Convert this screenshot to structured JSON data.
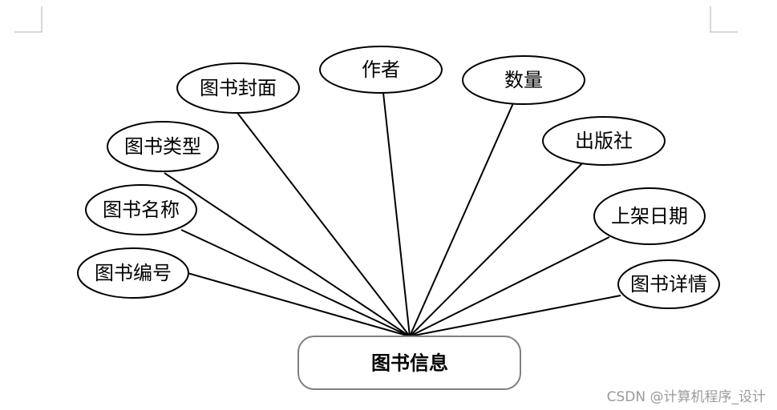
{
  "entity": {
    "label": "图书信息"
  },
  "attributes": [
    {
      "label": "图书编号"
    },
    {
      "label": "图书名称"
    },
    {
      "label": "图书类型"
    },
    {
      "label": "图书封面"
    },
    {
      "label": "作者"
    },
    {
      "label": "数量"
    },
    {
      "label": "出版社"
    },
    {
      "label": "上架日期"
    },
    {
      "label": "图书详情"
    }
  ],
  "watermark": "CSDN @计算机程序_设计"
}
